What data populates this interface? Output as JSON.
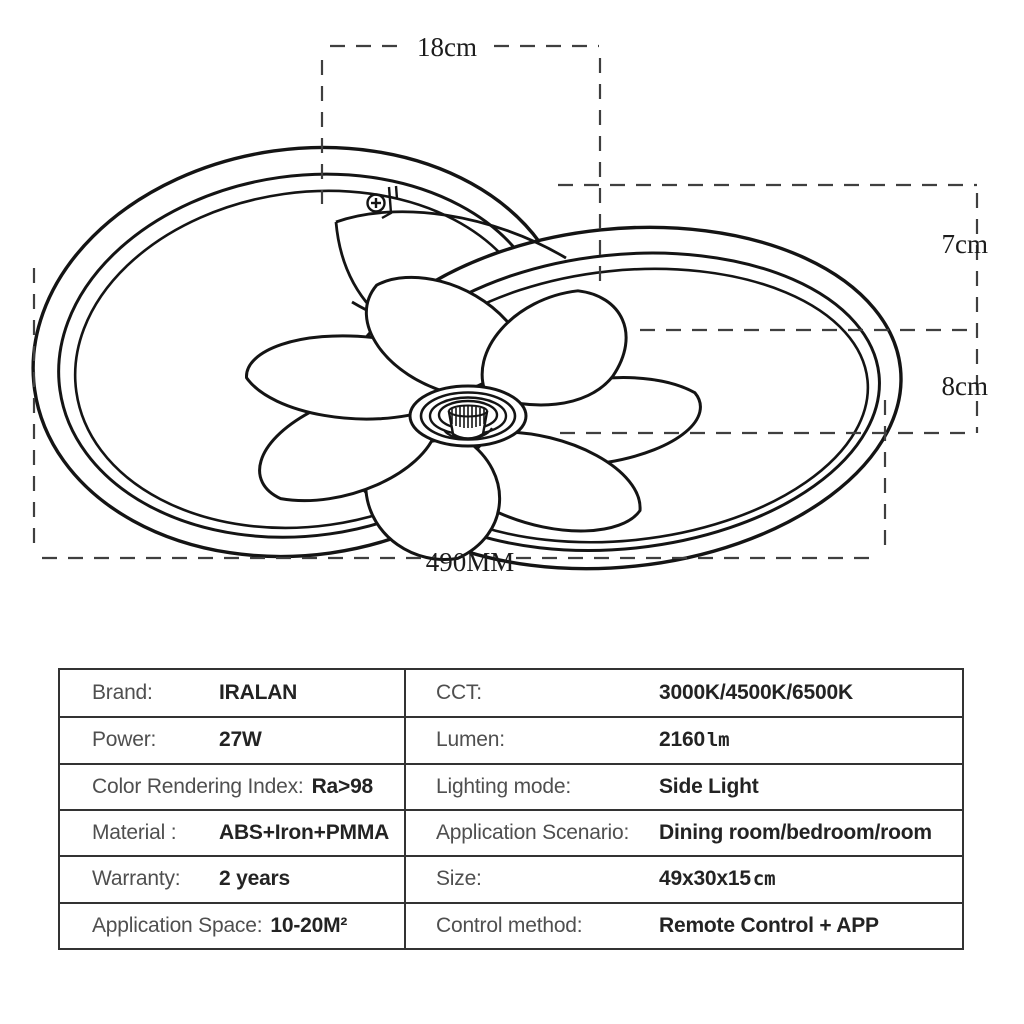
{
  "diagram": {
    "labels": {
      "top_width": "18cm",
      "right_upper_height": "7cm",
      "right_lower_height": "8cm",
      "bottom_width": "490MM"
    },
    "line_color": "#141414",
    "dash_color": "#3f3f3f"
  },
  "spec_table": {
    "border_color": "#333333",
    "label_color": "#4f4f4f",
    "value_color": "#232323",
    "rows": [
      {
        "left_label": "Brand:",
        "left_value": "IRALAN",
        "right_label": "CCT:",
        "right_value": "3000K/4500K/6500K"
      },
      {
        "left_label": "Power:",
        "left_value": "27W",
        "right_label": "Lumen:",
        "right_value": "2160",
        "right_unit": "lm"
      },
      {
        "left_label": "Color Rendering Index:",
        "left_value": "Ra>98",
        "right_label": "Lighting mode:",
        "right_value": "Side Light"
      },
      {
        "left_label": "Material :",
        "left_value": "ABS+Iron+PMMA",
        "right_label": "Application Scenario:",
        "right_value": "Dining room/bedroom/room"
      },
      {
        "left_label": "Warranty:",
        "left_value": "2 years",
        "right_label": "Size:",
        "right_value": "49x30x15",
        "right_unit": "cm"
      },
      {
        "left_label": "Application Space:",
        "left_value": "10-20M²",
        "right_label": "Control method:",
        "right_value": "Remote Control + APP"
      }
    ]
  }
}
